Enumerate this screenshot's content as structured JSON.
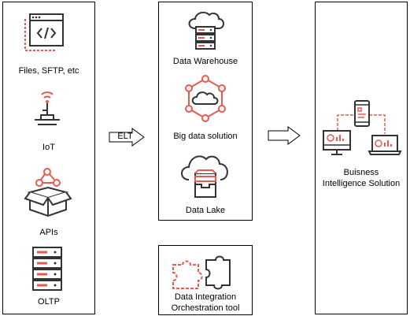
{
  "sources": {
    "files_label": "Files, SFTP, etc",
    "iot_label": "IoT",
    "apis_label": "APIs",
    "oltp_label": "OLTP"
  },
  "arrow_elt_label": "ELT",
  "storage": {
    "warehouse_label": "Data Warehouse",
    "bigdata_label": "Big data solution",
    "lake_label": "Data Lake"
  },
  "integration": {
    "label_line1": "Data Integration",
    "label_line2": "Orchestration tool"
  },
  "bi": {
    "label_line1": "Buisness",
    "label_line2": "Intelligence Solution"
  },
  "colors": {
    "accent": "#e85a4f",
    "stroke": "#333333"
  }
}
